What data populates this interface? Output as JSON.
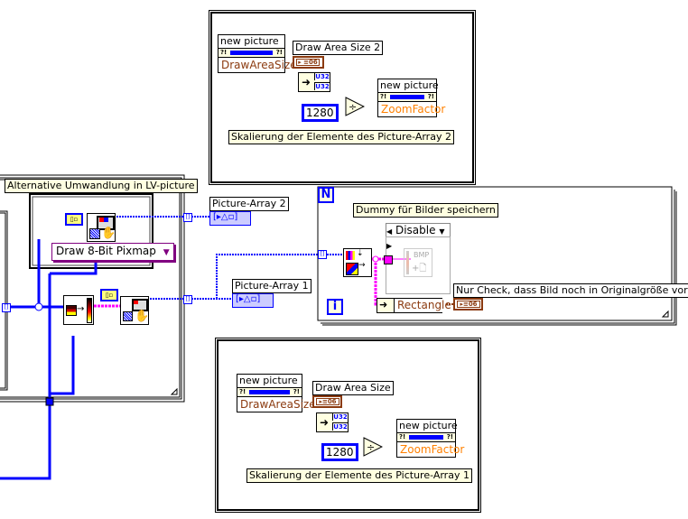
{
  "top_frame": {
    "bundler": {
      "label": "new picture",
      "element": "DrawAreaSize",
      "tag": "?!"
    },
    "indicator_label": "Draw Area Size 2",
    "indicator_type": "I16 cluster",
    "unbundle_types": [
      "U32",
      "U32"
    ],
    "constant": "1280",
    "divide_symbol": "÷",
    "output_bundler": {
      "label": "new picture",
      "element": "ZoomFactor",
      "tag": "?!"
    },
    "comment": "Skalierung der Elemente des Picture-Array 2"
  },
  "left_frame": {
    "comment": "Alternative Umwandlung in LV-picture",
    "ring_value": "Draw 8-Bit Pixmap",
    "ring_arrow": "▼"
  },
  "indicators": {
    "picture_array_2": "Picture-Array 2",
    "picture_array_1": "Picture-Array 1"
  },
  "for_loop": {
    "count_terminal": "N",
    "iteration_terminal": "i",
    "comment": "Dummy für Bilder speichern",
    "case_value": "Disable",
    "case_arrow_left": "◀",
    "case_arrow_right": "▶",
    "case_dropdown": "▼",
    "bmp_label": "BMP",
    "unbundle_element": "Rectangle",
    "check_label": "Nur Check, dass Bild noch in Originalgröße vorliegt"
  },
  "bottom_frame": {
    "bundler": {
      "label": "new picture",
      "element": "DrawAreaSize",
      "tag": "?!"
    },
    "indicator_label": "Draw Area Size",
    "unbundle_types": [
      "U32",
      "U32"
    ],
    "constant": "1280",
    "divide_symbol": "÷",
    "output_bundler": {
      "label": "new picture",
      "element": "ZoomFactor",
      "tag": "?!"
    },
    "comment": "Skalierung der Elemente des Picture-Array 1"
  },
  "colors": {
    "numeric_wire": "#0000ff",
    "cluster_wire": "#8b3a0f",
    "picture_wire": "#0000ff",
    "pixmap_wire": "#ff00ff",
    "zoom_wire": "#ff8000",
    "comment_bg": "#ffffe1"
  }
}
